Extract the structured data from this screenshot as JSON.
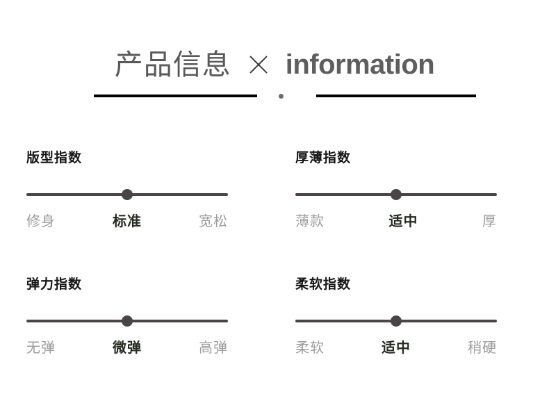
{
  "header": {
    "title_cn": "产品信息",
    "cross_icon": "cross-x-icon",
    "title_en": "information"
  },
  "colors": {
    "page_background": "#ffffff",
    "header_text": "#595959",
    "rule": "#000000",
    "rule_dot": "#6b6b6b",
    "group_title": "#171717",
    "track": "#4a4447",
    "thumb": "#4a4447",
    "label_inactive": "#9d9d9d",
    "label_active": "#252b20"
  },
  "groups": [
    {
      "title": "版型指数",
      "value_index": 1,
      "thumb_position_percent": 50,
      "labels": [
        {
          "text": "修身",
          "active": false
        },
        {
          "text": "标准",
          "active": true
        },
        {
          "text": "宽松",
          "active": false
        }
      ]
    },
    {
      "title": "厚薄指数",
      "value_index": 1,
      "thumb_position_percent": 50,
      "labels": [
        {
          "text": "薄款",
          "active": false
        },
        {
          "text": "适中",
          "active": true
        },
        {
          "text": "厚",
          "active": false
        }
      ]
    },
    {
      "title": "弹力指数",
      "value_index": 1,
      "thumb_position_percent": 50,
      "labels": [
        {
          "text": "无弹",
          "active": false
        },
        {
          "text": "微弹",
          "active": true
        },
        {
          "text": "高弹",
          "active": false
        }
      ]
    },
    {
      "title": "柔软指数",
      "value_index": 1,
      "thumb_position_percent": 50,
      "labels": [
        {
          "text": "柔软",
          "active": false
        },
        {
          "text": "适中",
          "active": true
        },
        {
          "text": "稍硬",
          "active": false
        }
      ]
    }
  ]
}
